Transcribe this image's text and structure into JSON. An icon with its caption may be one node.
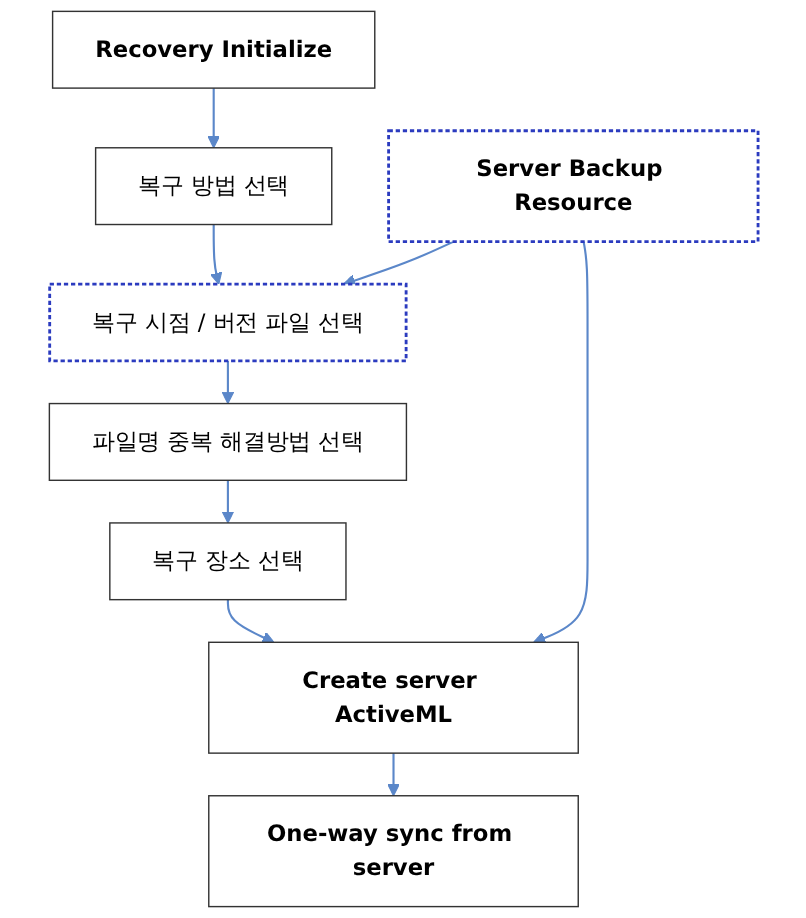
{
  "diagram": {
    "nodes": [
      {
        "text": [
          "Recovery Initialize"
        ]
      },
      {
        "text": [
          "복구 방법 선택"
        ]
      },
      {
        "text": [
          "복구 시점 / 버전 파일 선택"
        ]
      },
      {
        "text": [
          "Server Backup Resource"
        ]
      },
      {
        "text": [
          "파일명 중복 해결방법 선택"
        ]
      },
      {
        "text": [
          "복구 장소 선택"
        ]
      },
      {
        "text": [
          "Create server ActiveML"
        ]
      },
      {
        "text": [
          "One-way sync from server"
        ]
      }
    ],
    "edges": [
      {
        "from": 0,
        "to": 1,
        "arrow": "to"
      },
      {
        "from": 1,
        "to": 2,
        "arrow": "to"
      },
      {
        "from": 3,
        "to": 2,
        "arrow": "to"
      },
      {
        "from": 2,
        "to": 4,
        "arrow": "to"
      },
      {
        "from": 4,
        "to": 5,
        "arrow": "to"
      },
      {
        "from": 5,
        "to": 6,
        "arrow": "to"
      },
      {
        "from": 3,
        "to": 6,
        "arrow": "to"
      },
      {
        "from": 6,
        "to": 7,
        "arrow": "to"
      }
    ]
  }
}
